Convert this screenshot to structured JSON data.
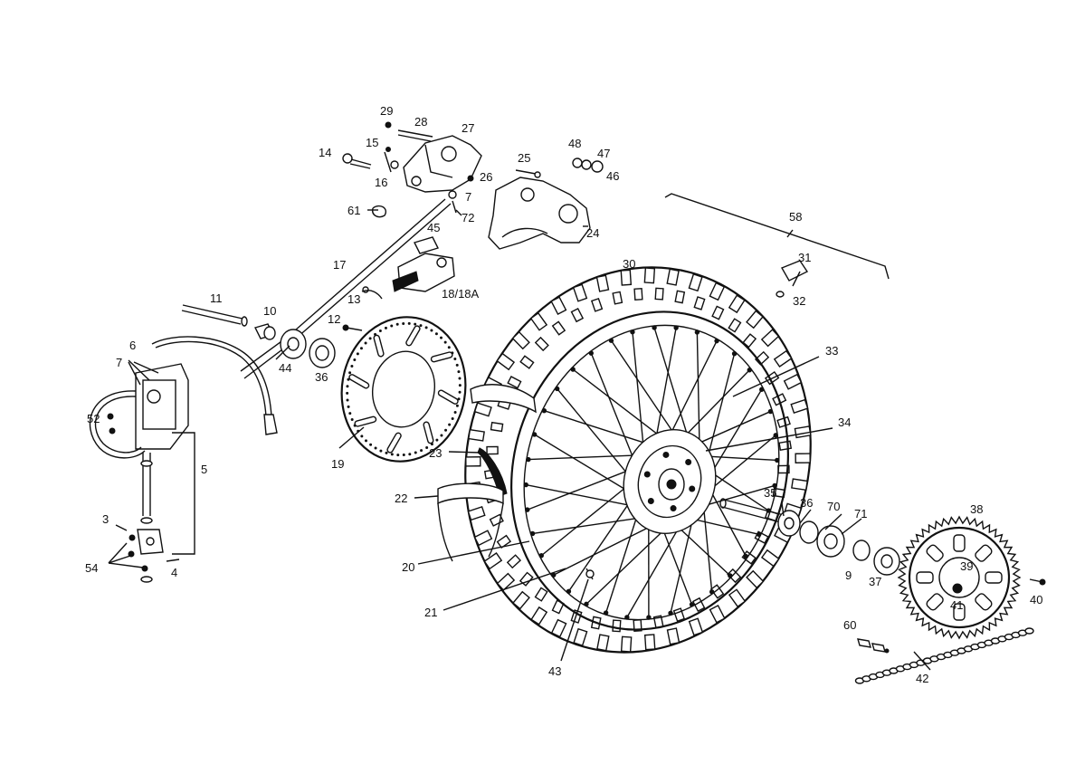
{
  "labels": [
    {
      "id": "l29",
      "text": "29"
    },
    {
      "id": "l28",
      "text": "28"
    },
    {
      "id": "l27",
      "text": "27"
    },
    {
      "id": "l14",
      "text": "14"
    },
    {
      "id": "l15",
      "text": "15"
    },
    {
      "id": "l16",
      "text": "16"
    },
    {
      "id": "l26",
      "text": "26"
    },
    {
      "id": "l7a",
      "text": "7"
    },
    {
      "id": "l72",
      "text": "72"
    },
    {
      "id": "l61",
      "text": "61"
    },
    {
      "id": "l25",
      "text": "25"
    },
    {
      "id": "l48",
      "text": "48"
    },
    {
      "id": "l47",
      "text": "47"
    },
    {
      "id": "l46",
      "text": "46"
    },
    {
      "id": "l24",
      "text": "24"
    },
    {
      "id": "l45",
      "text": "45"
    },
    {
      "id": "l17",
      "text": "17"
    },
    {
      "id": "l13",
      "text": "13"
    },
    {
      "id": "l18",
      "text": "18/18A"
    },
    {
      "id": "l58",
      "text": "58"
    },
    {
      "id": "l30",
      "text": "30"
    },
    {
      "id": "l31",
      "text": "31"
    },
    {
      "id": "l32",
      "text": "32"
    },
    {
      "id": "l11",
      "text": "11"
    },
    {
      "id": "l10",
      "text": "10"
    },
    {
      "id": "l12",
      "text": "12"
    },
    {
      "id": "l44",
      "text": "44"
    },
    {
      "id": "l36a",
      "text": "36"
    },
    {
      "id": "l33",
      "text": "33"
    },
    {
      "id": "l6",
      "text": "6"
    },
    {
      "id": "l7b",
      "text": "7"
    },
    {
      "id": "l52",
      "text": "52"
    },
    {
      "id": "l5",
      "text": "5"
    },
    {
      "id": "l19",
      "text": "19"
    },
    {
      "id": "l34",
      "text": "34"
    },
    {
      "id": "l23",
      "text": "23"
    },
    {
      "id": "l22",
      "text": "22"
    },
    {
      "id": "l35",
      "text": "35"
    },
    {
      "id": "l36b",
      "text": "36"
    },
    {
      "id": "l70",
      "text": "70"
    },
    {
      "id": "l71",
      "text": "71"
    },
    {
      "id": "l38",
      "text": "38"
    },
    {
      "id": "l3",
      "text": "3"
    },
    {
      "id": "l54",
      "text": "54"
    },
    {
      "id": "l4",
      "text": "4"
    },
    {
      "id": "l20",
      "text": "20"
    },
    {
      "id": "l9",
      "text": "9"
    },
    {
      "id": "l37",
      "text": "37"
    },
    {
      "id": "l39",
      "text": "39"
    },
    {
      "id": "l40",
      "text": "40"
    },
    {
      "id": "l21",
      "text": "21"
    },
    {
      "id": "l41",
      "text": "41"
    },
    {
      "id": "l60",
      "text": "60"
    },
    {
      "id": "l43",
      "text": "43"
    },
    {
      "id": "l42",
      "text": "42"
    }
  ]
}
